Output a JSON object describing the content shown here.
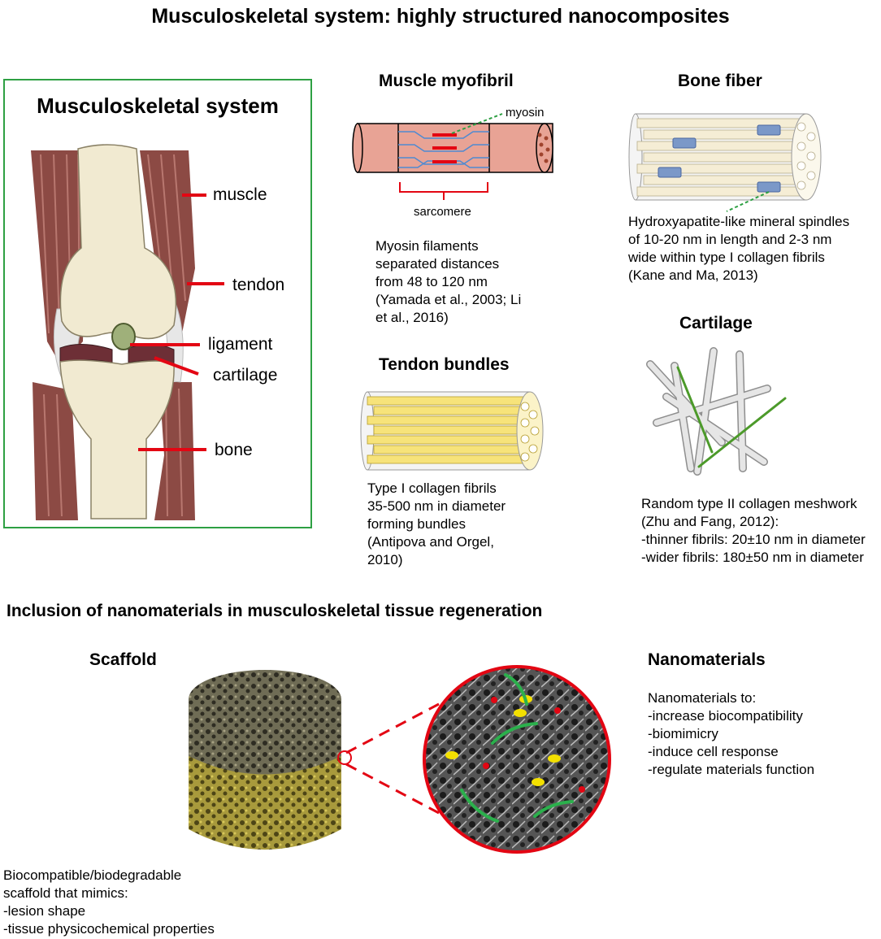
{
  "title": "Musculoskeletal system: highly structured nanocomposites",
  "system_panel": {
    "heading": "Musculoskeletal system",
    "labels": [
      "muscle",
      "tendon",
      "ligament",
      "cartilage",
      "bone"
    ]
  },
  "muscle": {
    "heading": "Muscle myofibril",
    "myosin_label": "myosin",
    "sarcomere_label": "sarcomere",
    "desc_lines": [
      "Myosin filaments",
      "separated distances",
      "from 48 to 120 nm",
      "(Yamada et al., 2003; Li",
      "et al., 2016)"
    ]
  },
  "tendon": {
    "heading": "Tendon bundles",
    "desc_lines": [
      "Type I collagen fibrils",
      "35-500 nm in diameter",
      "forming  bundles",
      "(Antipova and Orgel,",
      "2010)"
    ]
  },
  "bone": {
    "heading": "Bone fiber",
    "desc_lines": [
      "Hydroxyapatite-like mineral spindles",
      "of 10-20 nm in length and 2-3 nm",
      "wide within type I collagen fibrils",
      "(Kane and Ma, 2013)"
    ]
  },
  "cartilage": {
    "heading": "Cartilage",
    "desc_lines": [
      "Random type II collagen meshwork",
      "(Zhu and Fang, 2012):",
      "-thinner fibrils: 20±10 nm in diameter",
      "-wider fibrils: 180±50 nm in diameter"
    ]
  },
  "inclusion": {
    "heading": "Inclusion of nanomaterials in musculoskeletal tissue regeneration",
    "scaffold_heading": "Scaffold",
    "scaffold_lines": [
      "Biocompatible/biodegradable",
      "scaffold that mimics:",
      "-lesion shape",
      "-tissue physicochemical properties"
    ],
    "nano_heading": "Nanomaterials",
    "nano_lines": [
      "Nanomaterials to:",
      "-increase biocompatibility",
      "-biomimicry",
      "-induce cell response",
      "-regulate materials function"
    ]
  },
  "colors": {
    "panel_border": "#2ea043",
    "pointer": "#e30613",
    "muscle_fiber": "#8c4a44",
    "bone": "#f1ead1",
    "myofibril": "#e8a395",
    "tendon_fibril": "#f7e37a",
    "mineral": "#7b98c8",
    "collagen_ii": "#4c9a2a"
  }
}
